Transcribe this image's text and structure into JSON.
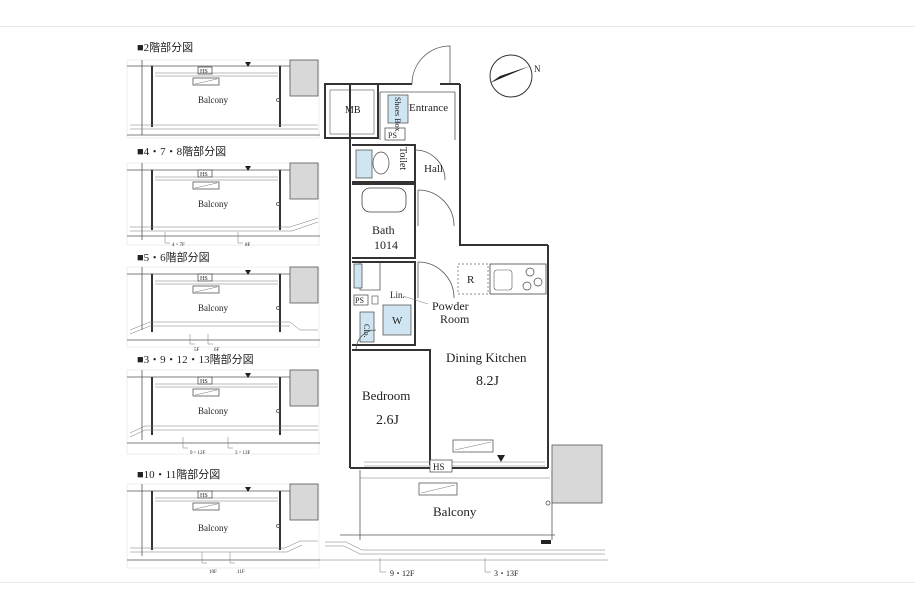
{
  "floor_variants": [
    {
      "title": "■2階部分図",
      "balcony": "Balcony",
      "hs": "HS",
      "marks": []
    },
    {
      "title": "■4・7・8階部分図",
      "balcony": "Balcony",
      "hs": "HS",
      "marks": [
        "4・7F",
        "8F"
      ]
    },
    {
      "title": "■5・6階部分図",
      "balcony": "Balcony",
      "hs": "HS",
      "marks": [
        "5F",
        "6F"
      ]
    },
    {
      "title": "■3・9・12・13階部分図",
      "balcony": "Balcony",
      "hs": "HS",
      "marks": [
        "9・12F",
        "3・13F"
      ]
    },
    {
      "title": "■10・11階部分図",
      "balcony": "Balcony",
      "hs": "HS",
      "marks": [
        "10F",
        "11F"
      ]
    }
  ],
  "plan": {
    "mb": "MB",
    "shoes_box": "Shoes Box",
    "entrance": "Entrance",
    "ps_top": "PS",
    "toilet": "Toilet",
    "hall": "Hall",
    "bath": "Bath",
    "bath_size": "1014",
    "refrigerator": "R",
    "ps_mid": "PS",
    "linen": "Lin.",
    "washer": "W",
    "closet": "Clo.",
    "powder_room_line1": "Powder",
    "powder_room_line2": "Room",
    "dining_kitchen": "Dining Kitchen",
    "dining_kitchen_size": "8.2J",
    "bedroom": "Bedroom",
    "bedroom_size": "2.6J",
    "hs": "HS",
    "balcony": "Balcony",
    "floor_mark_left": "9・12F",
    "floor_mark_right": "3・13F",
    "compass": "N"
  }
}
